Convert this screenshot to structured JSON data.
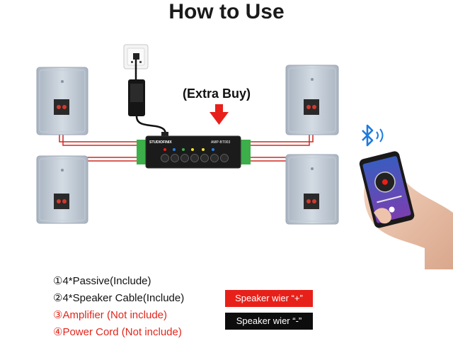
{
  "title": "How to Use",
  "extra_buy": "(Extra Buy)",
  "amplifier": {
    "brand": "STUDIOFINIX",
    "model": "AMP-BT003"
  },
  "items": [
    {
      "text": "①4*Passive(Include)",
      "color": "#111111"
    },
    {
      "text": "②4*Speaker Cable(Include)",
      "color": "#111111"
    },
    {
      "text": "③Amplifier  (Not include)",
      "color": "#e0261c"
    },
    {
      "text": "④Power Cord (Not include)",
      "color": "#e0261c"
    }
  ],
  "legend": {
    "positive": "Speaker wier “+”",
    "negative": "Speaker wier “-”"
  },
  "colors": {
    "accent_red": "#e8201a",
    "bluetooth": "#1e7be0",
    "speaker": "#b9c3cf"
  },
  "icons": [
    "bluetooth-icon",
    "wall-outlet-icon",
    "down-arrow-icon",
    "smartphone-icon"
  ]
}
